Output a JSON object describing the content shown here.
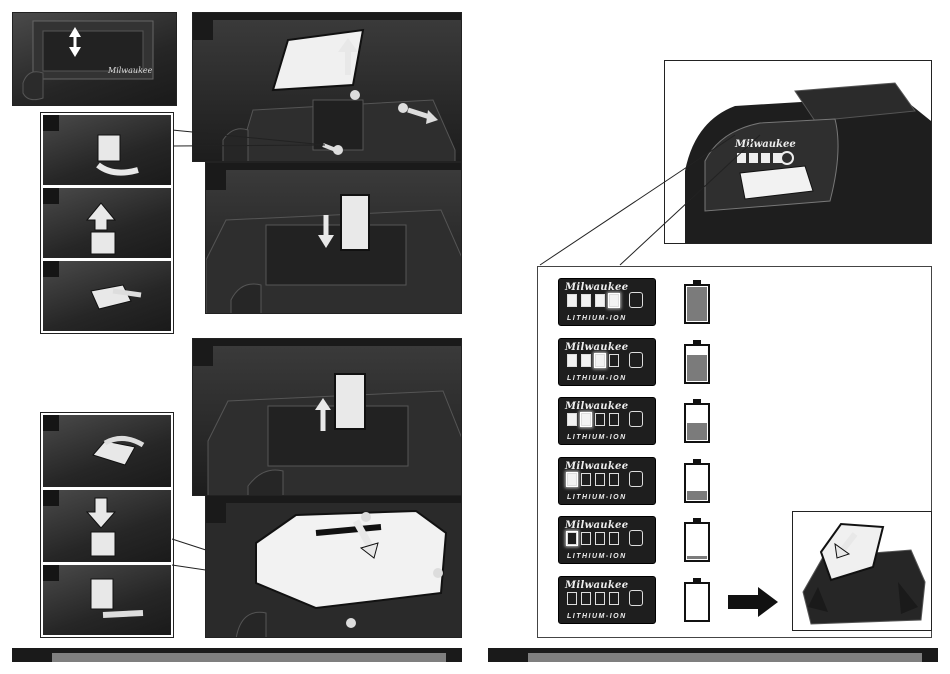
{
  "indicator": {
    "brand": "Milwaukee",
    "label": "LITHIUM-ION",
    "segments_total": 4
  },
  "charge_levels": [
    {
      "segments_on": 4,
      "blinking": true,
      "fill": 1.0
    },
    {
      "segments_on": 3,
      "blinking": true,
      "fill": 0.75
    },
    {
      "segments_on": 2,
      "blinking": true,
      "fill": 0.5
    },
    {
      "segments_on": 1,
      "blinking": true,
      "fill": 0.25
    },
    {
      "segments_on": 0,
      "blinking": true,
      "fill": 0.1
    },
    {
      "segments_on": 0,
      "blinking": false,
      "fill": 0.0
    }
  ],
  "colors": {
    "panel_dark": "#1a1a1a",
    "battery_fill": "#7b7b7b",
    "bar_gray": "#7f7f7f"
  },
  "icons": [
    "arrow-up-icon",
    "arrow-down-icon",
    "arrow-right-icon",
    "hand-icon",
    "battery-icon",
    "charger-icon"
  ]
}
